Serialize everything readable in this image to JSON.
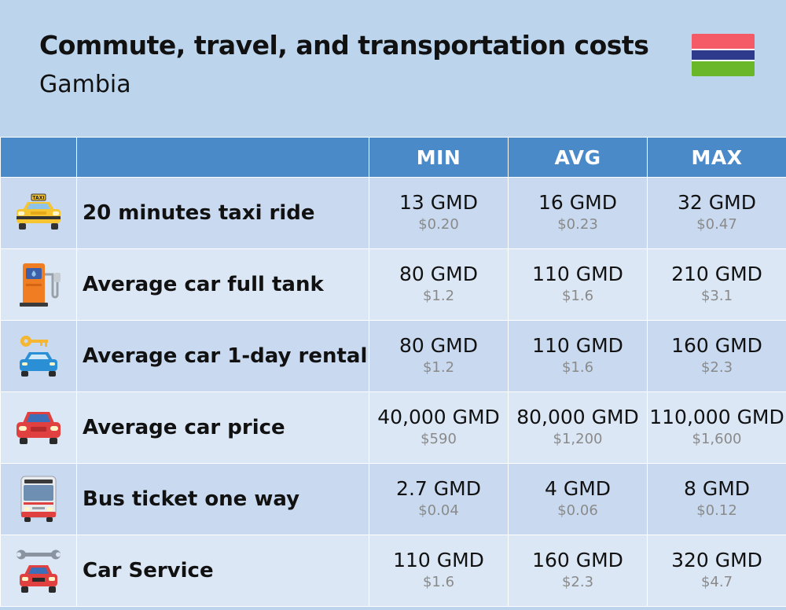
{
  "header": {
    "title": "Commute, travel, and transportation costs",
    "subtitle": "Gambia"
  },
  "table": {
    "columns": [
      "MIN",
      "AVG",
      "MAX"
    ],
    "rows": [
      {
        "icon": "taxi-icon",
        "label": "20 minutes taxi ride",
        "min": "13 GMD",
        "min_usd": "$0.20",
        "avg": "16 GMD",
        "avg_usd": "$0.23",
        "max": "32 GMD",
        "max_usd": "$0.47"
      },
      {
        "icon": "fuel-pump-icon",
        "label": "Average car full tank",
        "min": "80 GMD",
        "min_usd": "$1.2",
        "avg": "110 GMD",
        "avg_usd": "$1.6",
        "max": "210 GMD",
        "max_usd": "$3.1"
      },
      {
        "icon": "car-key-icon",
        "label": "Average car 1-day rental",
        "min": "80 GMD",
        "min_usd": "$1.2",
        "avg": "110 GMD",
        "avg_usd": "$1.6",
        "max": "160 GMD",
        "max_usd": "$2.3"
      },
      {
        "icon": "red-car-icon",
        "label": "Average car price",
        "min": "40,000 GMD",
        "min_usd": "$590",
        "avg": "80,000 GMD",
        "avg_usd": "$1,200",
        "max": "110,000 GMD",
        "max_usd": "$1,600"
      },
      {
        "icon": "bus-icon",
        "label": "Bus ticket one way",
        "min": "2.7 GMD",
        "min_usd": "$0.04",
        "avg": "4 GMD",
        "avg_usd": "$0.06",
        "max": "8 GMD",
        "max_usd": "$0.12"
      },
      {
        "icon": "wrench-car-icon",
        "label": "Car Service",
        "min": "110 GMD",
        "min_usd": "$1.6",
        "avg": "160 GMD",
        "avg_usd": "$2.3",
        "max": "320 GMD",
        "max_usd": "$4.7"
      }
    ]
  },
  "colors": {
    "background": "#bcd5ec",
    "header_row": "#4b8ac8",
    "row_odd": "#c9daf0",
    "row_even": "#dbe7f5",
    "usd_text": "#8a8a8a",
    "flag_red": "#f45b66",
    "flag_blue": "#2e3a8c",
    "flag_green": "#6bb72a"
  },
  "taxi_sign": "TAXI"
}
